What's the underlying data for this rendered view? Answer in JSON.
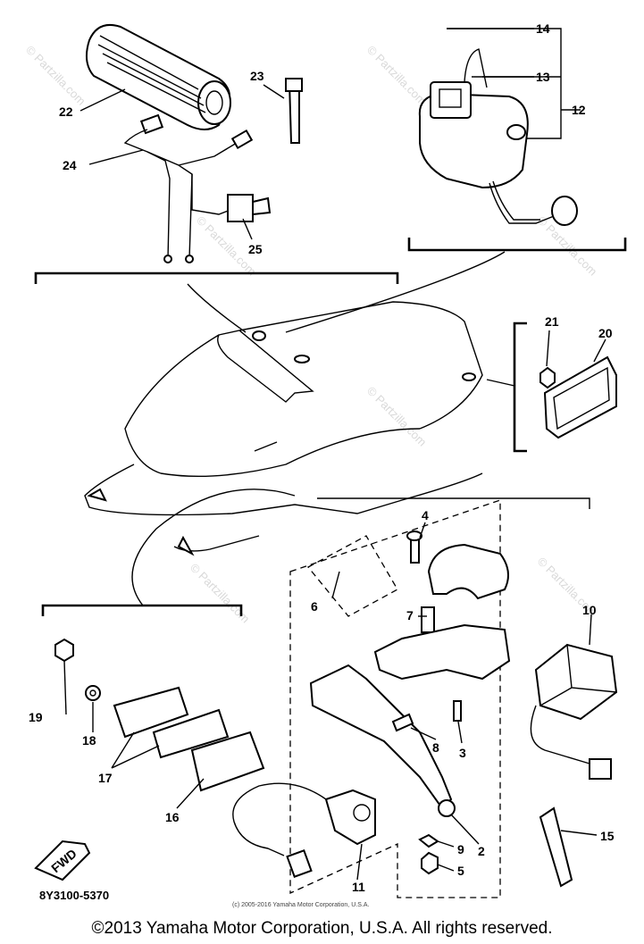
{
  "watermark": "© Partzilla.com",
  "part_number": "8Y3100-5370",
  "small_copyright": "(c) 2005-2016 Yamaha Motor Corporation, U.S.A.",
  "copyright": "©2013 Yamaha Motor Corporation, U.S.A. All rights reserved.",
  "fwd_label": "FWD",
  "callouts": {
    "c2": "2",
    "c3": "3",
    "c4": "4",
    "c5": "5",
    "c6": "6",
    "c7": "7",
    "c8": "8",
    "c9": "9",
    "c10": "10",
    "c11": "11",
    "c12": "12",
    "c13": "13",
    "c14": "14",
    "c15": "15",
    "c16": "16",
    "c17": "17",
    "c18": "18",
    "c19": "19",
    "c20": "20",
    "c21": "21",
    "c22": "22",
    "c23": "23",
    "c24": "24",
    "c25": "25"
  }
}
